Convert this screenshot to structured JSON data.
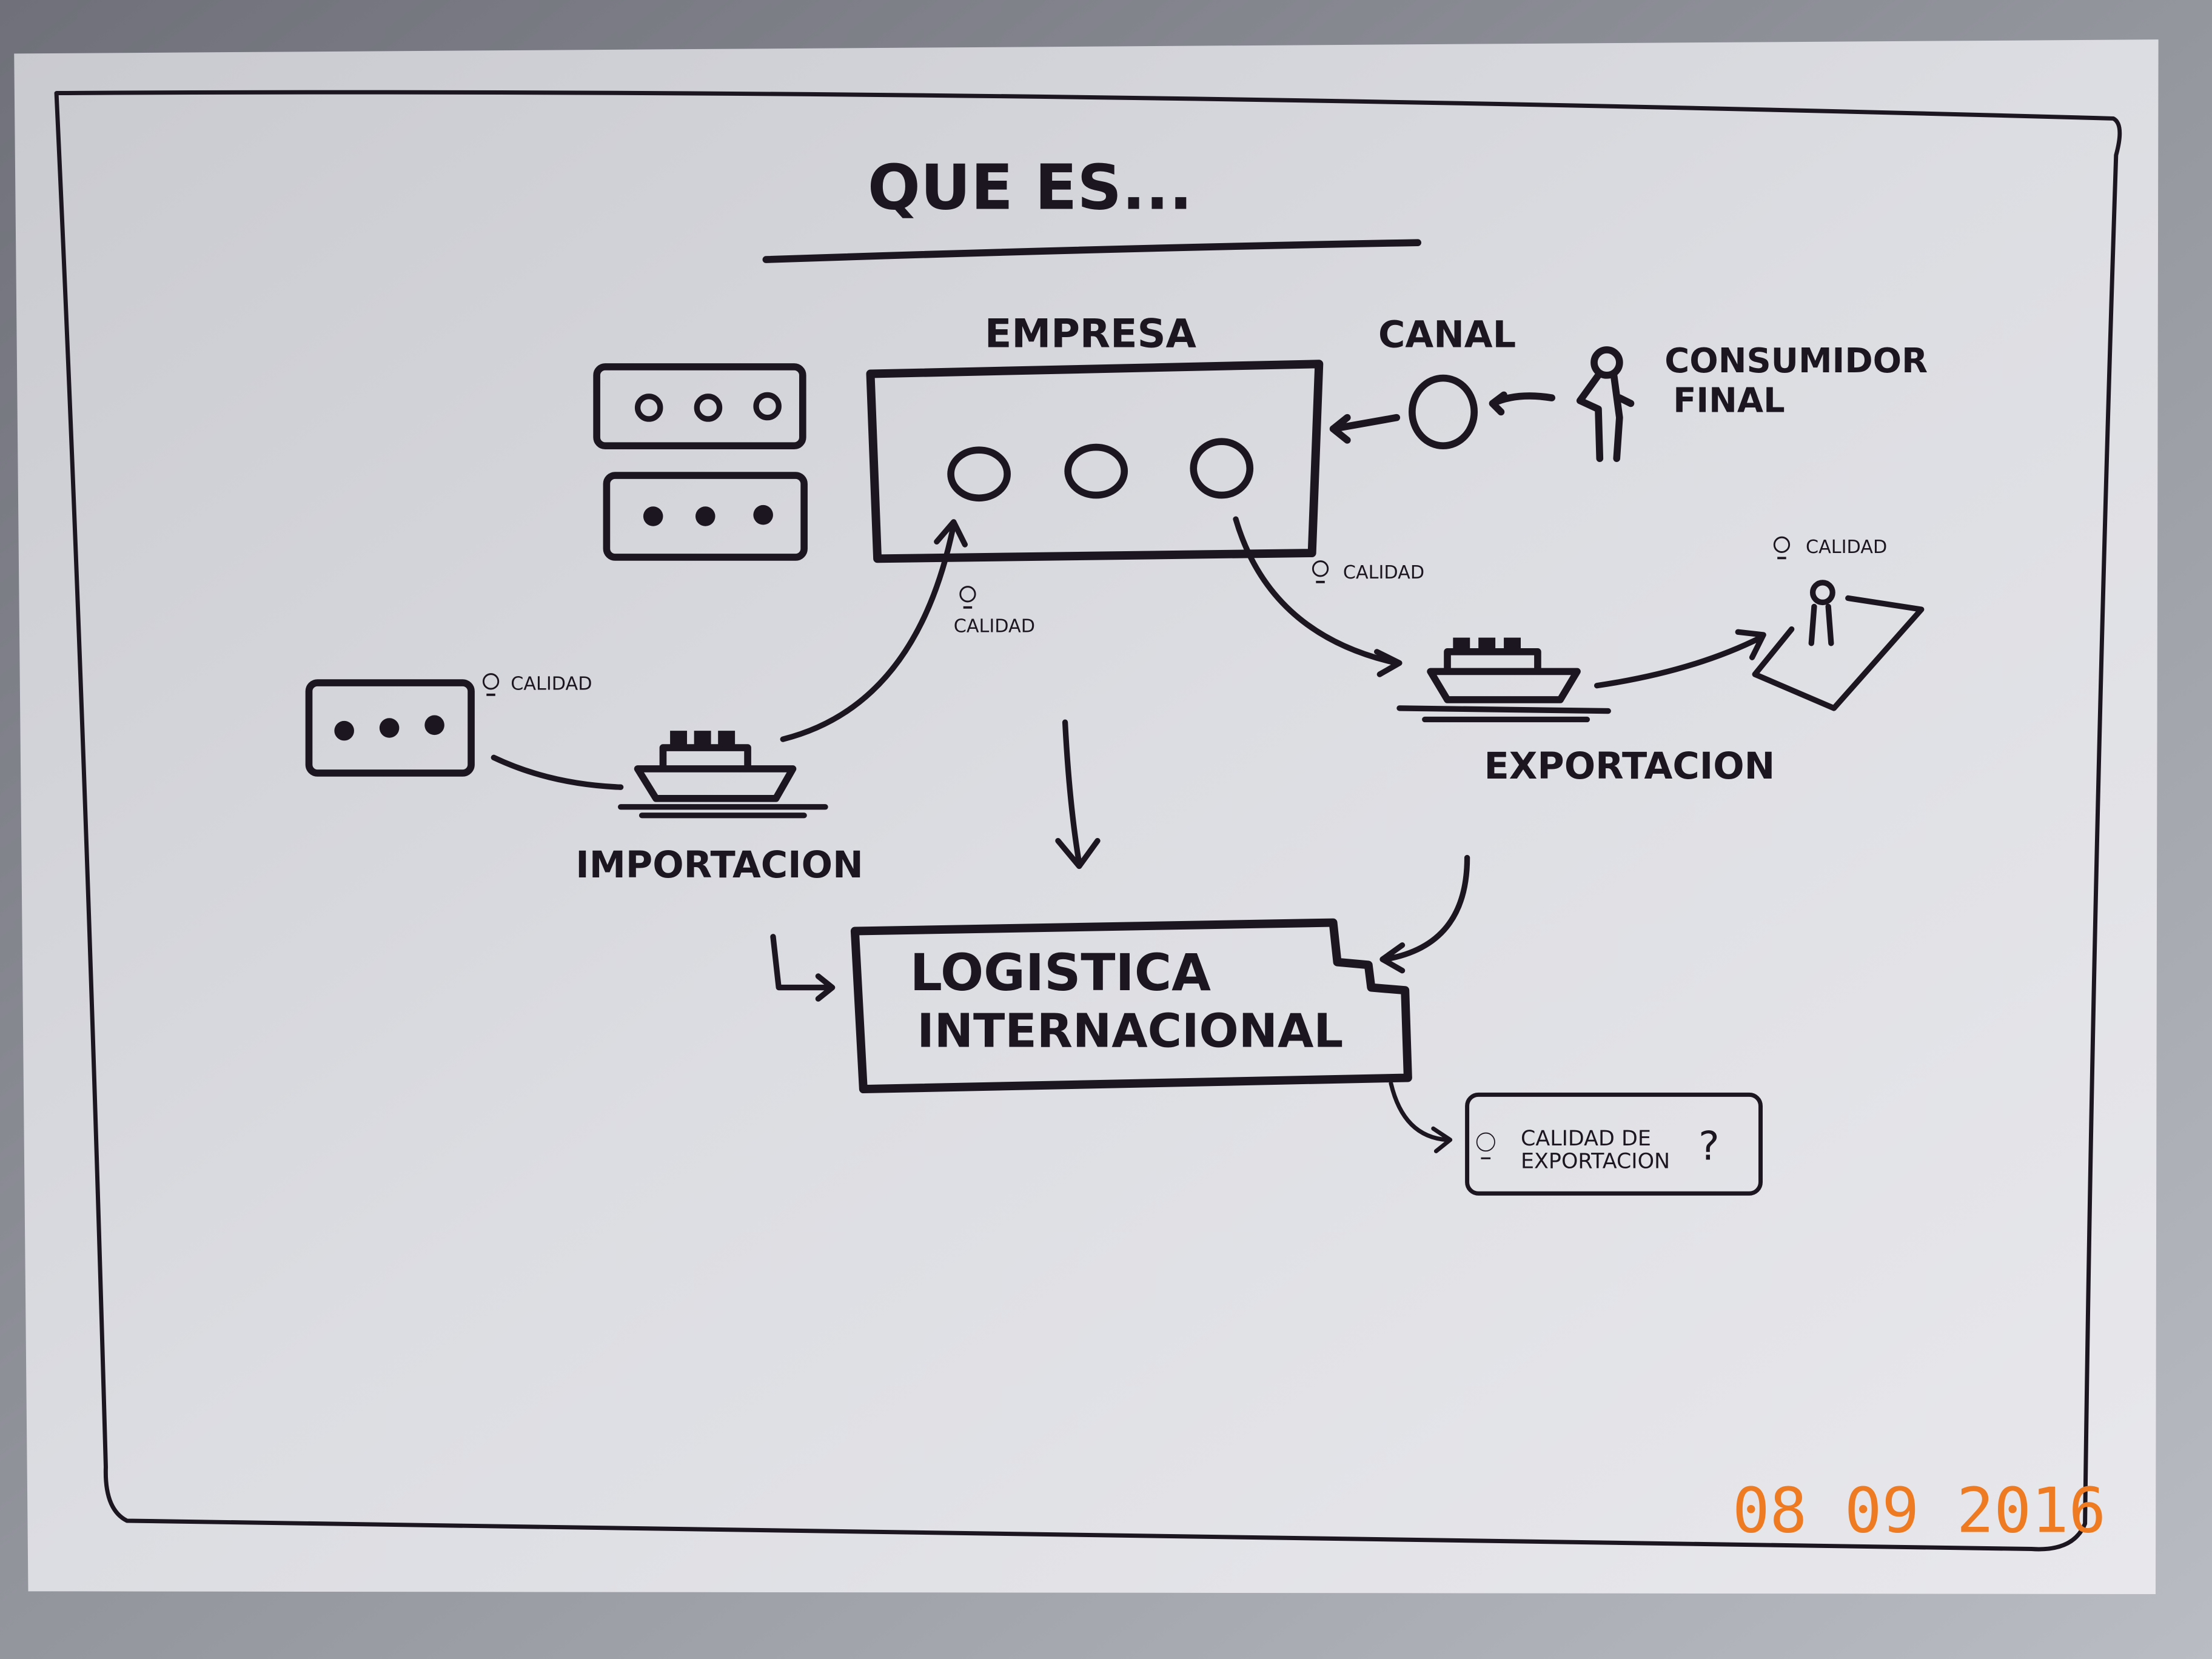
{
  "title": "QUE ES...",
  "nodes": {
    "empresa": "EMPRESA",
    "canal": "CANAL",
    "consumidor": [
      "CONSUMIDOR",
      "FINAL"
    ],
    "importacion": "IMPORTACION",
    "exportacion": "EXPORTACION",
    "logistica": [
      "LOGISTICA",
      "INTERNACIONAL"
    ]
  },
  "quality_labels": [
    "CALIDAD",
    "CALIDAD",
    "CALIDAD",
    "CALIDAD"
  ],
  "question_box": [
    "CALIDAD DE",
    "EXPORTACION",
    "?"
  ],
  "date_stamp": "08 09 2016",
  "colors": {
    "ink": "#1c1620",
    "paper": "#d9dadf",
    "stamp": "#ee7a22"
  }
}
